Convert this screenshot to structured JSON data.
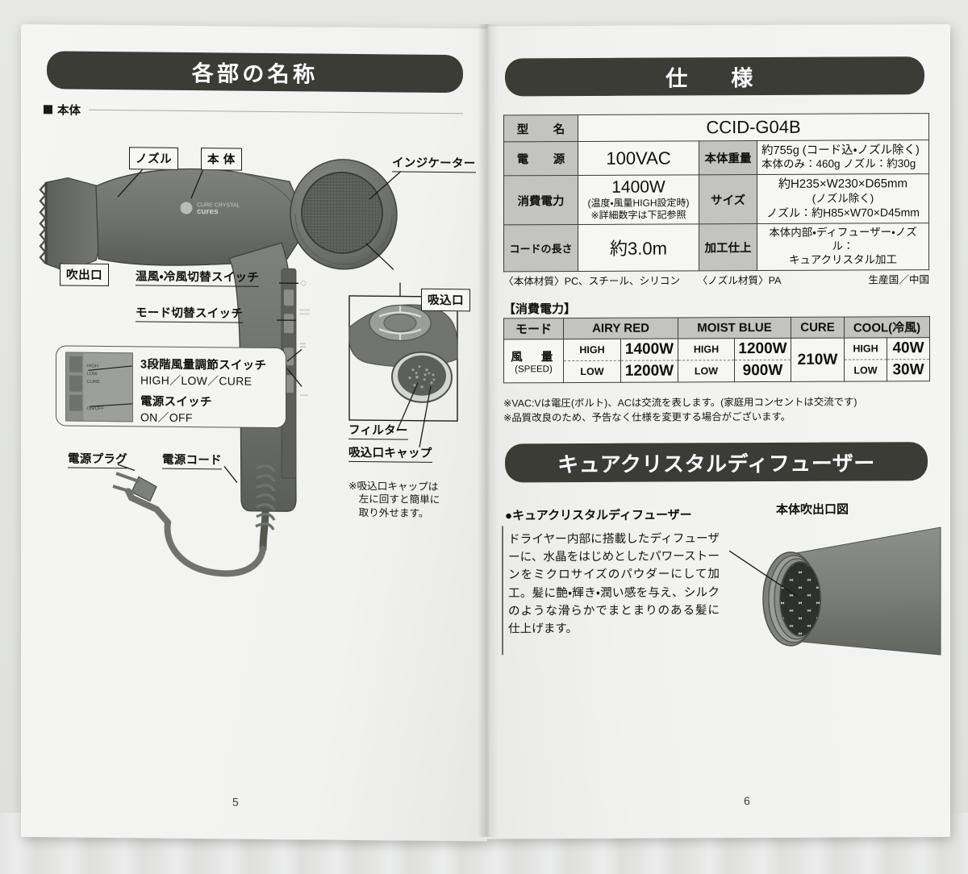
{
  "left_page": {
    "banner_title": "各部の名称",
    "subhead": "本体",
    "labels": {
      "nozzle": "ノズル",
      "body": "本 体",
      "indicator": "インジケーター",
      "outlet": "吹出口",
      "hot_cold_switch": "温風・冷風切替スイッチ",
      "mode_switch": "モード切替スイッチ",
      "speed_switch": "3段階風量調節スイッチ",
      "speed_switch_sub": "HIGH／LOW／CURE",
      "power_switch": "電源スイッチ",
      "power_switch_sub": "ON／OFF",
      "power_plug": "電源プラグ",
      "power_cord": "電源コード",
      "intake": "吸込口",
      "filter": "フィルター",
      "intake_cap": "吸込口キャップ",
      "intake_note": "※吸込口キャップは\n　左に回すと簡単に\n　取り外せます。"
    },
    "page_number": "5"
  },
  "right_page": {
    "banner_title": "仕　様",
    "spec_table": {
      "rows": [
        {
          "header": "型　名",
          "value": "CCID-G04B",
          "span": true
        },
        {
          "header": "電　源",
          "value": "100VAC",
          "header2": "本体重量",
          "value2_main": "約755g (コード込・ノズル除く)",
          "value2_sub": "本体のみ：460g ノズル：約30g"
        },
        {
          "header": "消費電力",
          "value_main": "1400W",
          "value_sub1": "(温度・風量HIGH設定時)",
          "value_sub2": "※詳細数字は下記参照",
          "header2": "サイズ",
          "value2_main": "約H235×W230×D65mm",
          "value2_sub1": "(ノズル除く)",
          "value2_sub2": "ノズル：約H85×W70×D45mm"
        },
        {
          "header": "コードの長さ",
          "value": "約3.0m",
          "header2": "加工仕上",
          "value2_main": "本体内部・ディフューザー・ノズル：",
          "value2_sub": "キュアクリスタル加工"
        }
      ]
    },
    "materials_left": [
      "〈本体材質〉PC、スチール、シリコン",
      "〈ノズル材質〉PA"
    ],
    "materials_right": "生産国／中国",
    "power_heading": "【消費電力】",
    "power_table": {
      "mode_header": "モード",
      "speed_header": "風　量",
      "speed_header_sub": "(SPEED)",
      "columns": [
        {
          "name": "AIRY RED",
          "high_label": "HIGH",
          "high": "1400W",
          "low_label": "LOW",
          "low": "1200W"
        },
        {
          "name": "MOIST BLUE",
          "high_label": "HIGH",
          "high": "1200W",
          "low_label": "LOW",
          "low": "900W"
        },
        {
          "name": "CURE",
          "single": "210W"
        },
        {
          "name": "COOL(冷風)",
          "high_label": "HIGH",
          "high": "40W",
          "low_label": "LOW",
          "low": "30W"
        }
      ]
    },
    "footnotes": "※VAC:Vは電圧(ボルト)、ACは交流を表します。(家庭用コンセントは交流です)\n※品質改良のため、予告なく仕様を変更する場合がございます。",
    "diffuser_banner": "キュアクリスタルディフューザー",
    "diffuser_bullet": "●キュアクリスタルディフューザー",
    "diffuser_body": "ドライヤー内部に搭載したディフューザーに、水晶をはじめとしたパワーストーンをミクロサイズのパウダーにして加工。髪に艶・輝き・潤い感を与え、シルクのような滑らかでまとまりのある髪に仕上げます。",
    "outlet_caption": "本体吹出口図",
    "page_number": "6"
  },
  "colors": {
    "banner_bg": "#3a3c35",
    "paper": "#f3f3f1",
    "table_header": "#c3c4c1",
    "ink": "#101010",
    "dryer_body": "#6f716c",
    "dryer_dark": "#4d4f4b"
  }
}
